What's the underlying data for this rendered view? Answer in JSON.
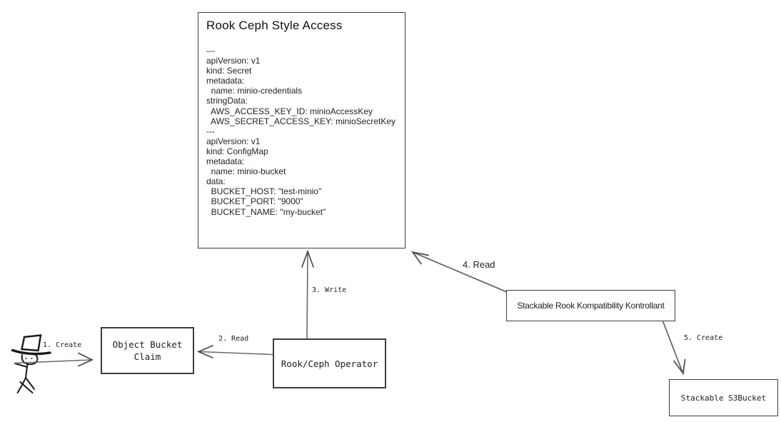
{
  "nodes": {
    "rook_ceph_style_access": {
      "title": "Rook Ceph Style Access",
      "yaml_lines": [
        "---",
        "apiVersion: v1",
        "kind: Secret",
        "metadata:",
        "  name: minio-credentials",
        "stringData:",
        "  AWS_ACCESS_KEY_ID: minioAccessKey",
        "  AWS_SECRET_ACCESS_KEY: minioSecretKey",
        "---",
        "apiVersion: v1",
        "kind: ConfigMap",
        "metadata:",
        "  name: minio-bucket",
        "data:",
        "  BUCKET_HOST: \"test-minio\"",
        "  BUCKET_PORT: \"9000\"",
        "  BUCKET_NAME: \"my-bucket\""
      ]
    },
    "object_bucket_claim": {
      "label": "Object Bucket Claim"
    },
    "rook_ceph_operator": {
      "label": "Rook/Ceph Operator"
    },
    "stackable_rook_kompatibility_kontrollant": {
      "label": "Stackable Rook Kompatibility Kontrollant"
    },
    "stackable_s3bucket": {
      "label": "Stackable S3Bucket"
    }
  },
  "actors": {
    "user": {
      "icon": "stick-figure-top-hat-icon"
    }
  },
  "arrows": [
    {
      "label": "1. Create",
      "from": "user",
      "to": "object_bucket_claim"
    },
    {
      "label": "2. Read",
      "from": "rook_ceph_operator",
      "to": "object_bucket_claim"
    },
    {
      "label": "3. Write",
      "from": "rook_ceph_operator",
      "to": "rook_ceph_style_access"
    },
    {
      "label": "4. Read",
      "from": "stackable_rook_kompatibility_kontrollant",
      "to": "rook_ceph_style_access"
    },
    {
      "label": "5. Create",
      "from": "stackable_rook_kompatibility_kontrollant",
      "to": "stackable_s3bucket"
    }
  ],
  "colors": {
    "background": "#ffffff",
    "ink": "#1c1c1c",
    "box_border": "#3d3d3d",
    "arrow_shaft": "#6a6a6a",
    "arrow_head": "#4a4a4a"
  }
}
